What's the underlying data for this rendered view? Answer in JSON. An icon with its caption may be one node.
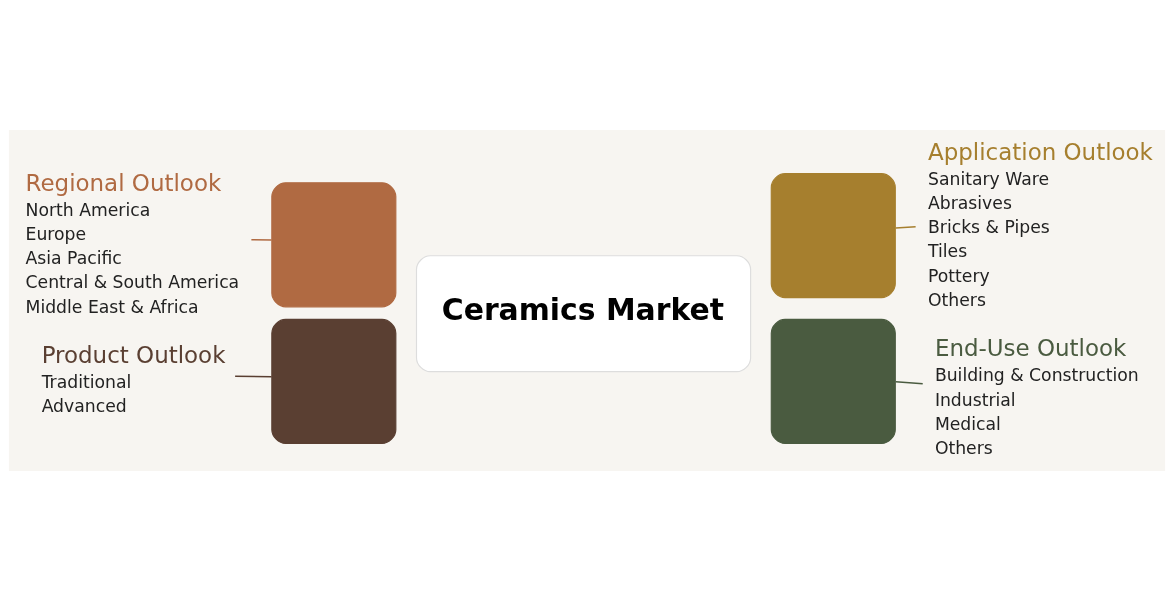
{
  "diagram": {
    "nodes": [
      {
        "text": [
          "Regional Outlook",
          "North America",
          "Europe",
          "Asia Pacific",
          "Central & South America",
          "Middle East & Africa"
        ]
      },
      {
        "text": [
          "Application Outlook",
          "Sanitary Ware",
          "Abrasives",
          "Bricks & Pipes",
          "Tiles",
          "Pottery",
          "Others"
        ]
      },
      {
        "text": [],
        "shape": "box"
      },
      {
        "text": [],
        "shape": "box"
      },
      {
        "text": [
          "Ceramics Market"
        ]
      },
      {
        "text": [],
        "shape": "box"
      },
      {
        "text": [],
        "shape": "box"
      },
      {
        "text": [
          "Product Outlook",
          "Traditional",
          "Advanced"
        ]
      },
      {
        "text": [
          "End-Use Outlook",
          "Building & Construction",
          "Industrial",
          "Medical",
          "Others"
        ]
      }
    ],
    "edges": [
      {
        "from": 0,
        "to": 2,
        "arrow": "none",
        "color": "#b06a42"
      },
      {
        "from": 1,
        "to": 3,
        "arrow": "none",
        "color": "#a67f2e"
      },
      {
        "from": 7,
        "to": 5,
        "arrow": "none",
        "color": "#5a3f32"
      },
      {
        "from": 8,
        "to": 6,
        "arrow": "none",
        "color": "#4a5b40"
      }
    ]
  }
}
